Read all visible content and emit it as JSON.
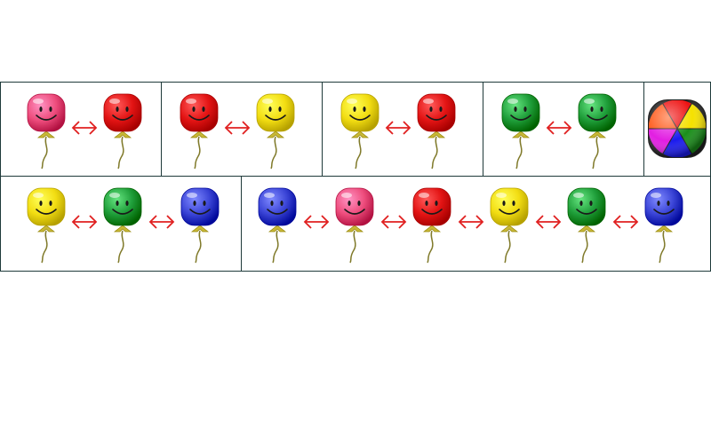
{
  "colors": {
    "pink": "#ee4d7d",
    "red": "#e31414",
    "yellow": "#f2dd12",
    "green": "#1f9e3a",
    "blue": "#3a44d6",
    "arrow": "#e02020",
    "face": "#1a1a1a",
    "stem": "#807a2a",
    "leaf": "#c8b838",
    "panel_border": "#1f3a3a"
  },
  "rows": [
    {
      "groups": [
        [
          "pink",
          "red"
        ],
        [
          "red",
          "yellow"
        ],
        [
          "yellow",
          "red"
        ],
        [
          "green",
          "green"
        ]
      ],
      "extra": "color-wheel"
    },
    {
      "groups": [
        [
          "yellow",
          "green",
          "blue"
        ],
        [
          "blue",
          "pink",
          "red",
          "yellow",
          "green",
          "blue"
        ]
      ]
    }
  ],
  "wheel_segments": [
    "red",
    "yellow",
    "green",
    "blue",
    "pink",
    "orange"
  ]
}
